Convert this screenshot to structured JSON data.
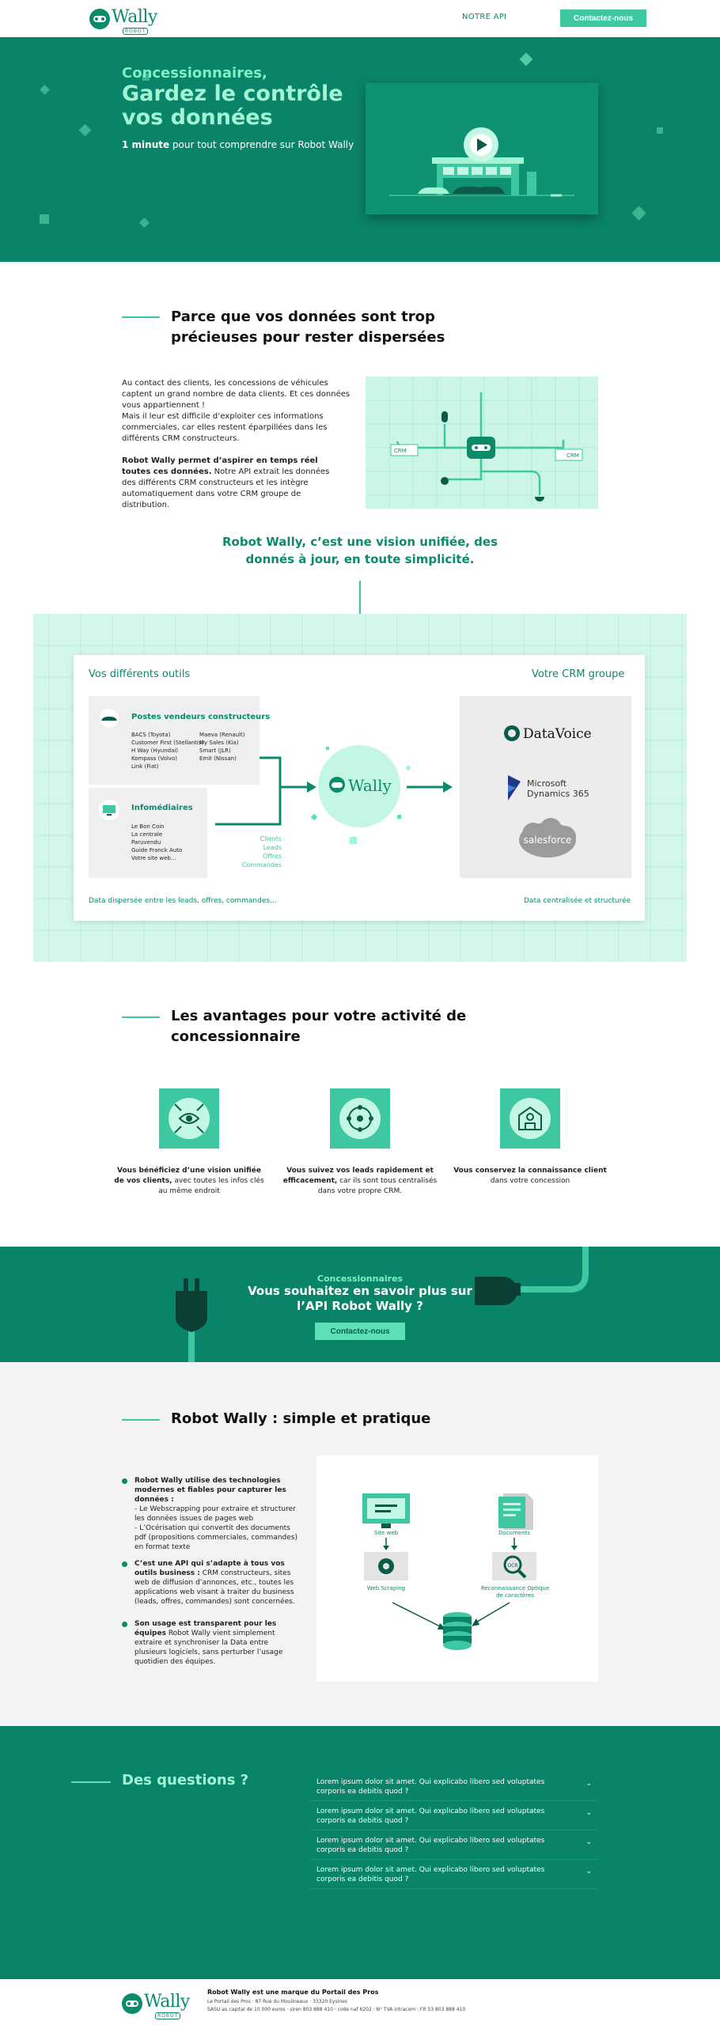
{
  "header": {
    "logo_text": "Wally",
    "logo_sub": "ROBOT",
    "nav_api": "NOTRE API",
    "contact_button": "Contactez-nous"
  },
  "hero": {
    "eyebrow": "Concessionnaires,",
    "title": "Gardez le contrôle vos données",
    "sub_bold": "1 minute",
    "sub_rest": " pour tout comprendre sur Robot Wally"
  },
  "why": {
    "title": "Parce que vos données sont trop précieuses pour rester dispersées",
    "p1": "Au contact des clients, les concessions de véhicules captent un grand nombre de data clients. Et ces données vous appartiennent !",
    "p2": "Mais il leur est difficile d’exploiter ces informations commerciales, car elles restent éparpillées dans les différents CRM constructeurs.",
    "p3_bold": "Robot Wally permet d’aspirer en temps réel toutes ces données.",
    "p3_rest": " Notre API extrait les données des différents CRM constructeurs et les intègre automatiquement dans votre CRM groupe de distribution.",
    "crm_left": "CRM",
    "crm_right": "CRM",
    "tagline": "Robot Wally, c’est une vision unifiée, des donnés à jour, en toute simplicité."
  },
  "flow": {
    "left_heading": "Vos différents outils",
    "right_heading": "Votre CRM groupe",
    "source1": {
      "title": "Postes vendeurs constructeurs",
      "col1": [
        "BACS (Toyota)",
        "Customer First (Stellantis)",
        "H Way (Hyundai)",
        "Kompass (Volvo)",
        "Link (Fiat)"
      ],
      "col2": [
        "Maeva (Renault)",
        "My Sales (Kia)",
        "Smart (JLR)",
        "Emit (Nissan)"
      ]
    },
    "source2": {
      "title": "Infomédiaires",
      "items": [
        "Le Bon Coin",
        "La centrale",
        "Paruvendu",
        "Guide Franck Auto",
        "Votre site web..."
      ]
    },
    "data_types": [
      "Clients",
      "Leads",
      "Offres",
      "Commandes"
    ],
    "crm_logos": {
      "datavoice": "DataVoice",
      "microsoft_1": "Microsoft",
      "microsoft_2": "Dynamics 365",
      "salesforce": "salesforce"
    },
    "footer_left": "Data dispersée entre les leads, offres, commandes...",
    "footer_right": "Data centralisée et structurée"
  },
  "advantages": {
    "title": "Les avantages pour votre activité de concessionnaire",
    "items": [
      {
        "bold": "Vous bénéficiez d’une vision unifiée de vos clients,",
        "rest": " avec toutes les infos clés au même endroit"
      },
      {
        "bold": "Vous suivez vos leads rapidement et efficacement,",
        "rest": " car ils sont tous centralisés dans votre propre CRM."
      },
      {
        "bold": "Vous conservez la connaissance client",
        "rest": " dans votre concession"
      }
    ]
  },
  "cta": {
    "eyebrow": "Concessionnaires",
    "title": "Vous souhaitez en savoir plus sur l’API Robot Wally ?",
    "button": "Contactez-nous"
  },
  "simple": {
    "title": "Robot Wally : simple et pratique",
    "b1_bold": "Robot Wally utilise des technologies modernes et fiables pour capturer les données :",
    "b1_l1": "- Le Webscrapping pour extraire et structurer les données issues de pages web",
    "b1_l2": "- L’Océrisation qui convertit des documents pdf (propositions commerciales, commandes) en format texte",
    "b2_bold": "C’est une API qui s’adapte à tous vos outils business :",
    "b2_rest": " CRM constructeurs, sites web de diffusion d’annonces, etc., toutes les applications web visant à traiter du business (leads, offres, commandes) sont concernées.",
    "b3_bold": "Son usage est transparent pour les équipes",
    "b3_rest": " Robot Wally vient simplement extraire et synchroniser la Data entre plusieurs logiciels, sans perturber l’usage quotidien des équipes.",
    "visual": {
      "site_web": "Site web",
      "documents": "Documents",
      "web_scraping": "Web Scraping",
      "ocr_1": "Reconnaissance Optique",
      "ocr_2": "de caractères",
      "ocr_badge": "OCR"
    }
  },
  "faq": {
    "title": "Des questions ?",
    "items": [
      "Lorem ipsum dolor sit amet. Qui explicabo libero sed voluptates corporis ea debitis quod ?",
      "Lorem ipsum dolor sit amet. Qui explicabo libero sed voluptates corporis ea debitis quod ?",
      "Lorem ipsum dolor sit amet. Qui explicabo libero sed voluptates corporis ea debitis quod ?",
      "Lorem ipsum dolor sit amet. Qui explicabo libero sed voluptates corporis ea debitis quod ?"
    ]
  },
  "footer": {
    "brand": "Robot Wally est une marque du Portail des Pros",
    "address": "Le Portail des Pros · 87 Rue du Moulineaux · 33320 Eysines",
    "legal": "SASU au capital de 10 000 euros · siren 803 888 410 · code naf 6202 · N° TVA intracom : FR 53 803 888 410"
  },
  "colors": {
    "primary": "#0a8468",
    "accent": "#3ec8a2",
    "mint": "#a2f5d4"
  }
}
